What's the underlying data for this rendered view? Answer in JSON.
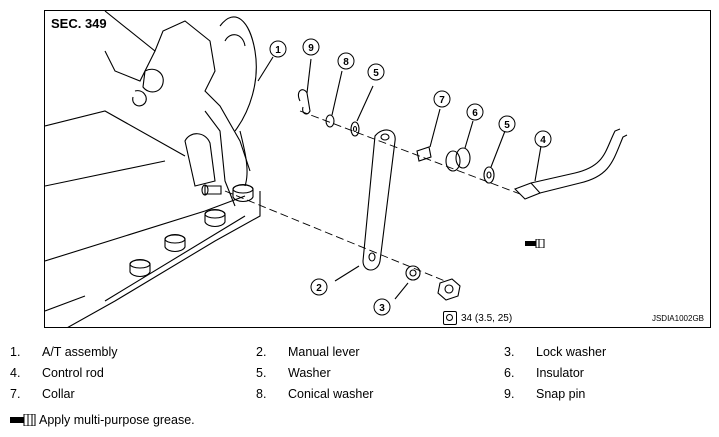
{
  "section": "SEC. 349",
  "diagram_code": "JSDIA1002GB",
  "torque": "34 (3.5, 25)",
  "callouts": [
    "1",
    "2",
    "3",
    "4",
    "5",
    "5",
    "6",
    "7",
    "8",
    "9"
  ],
  "legend": [
    {
      "num": "1.",
      "label": "A/T assembly"
    },
    {
      "num": "2.",
      "label": "Manual lever"
    },
    {
      "num": "3.",
      "label": "Lock washer"
    },
    {
      "num": "4.",
      "label": "Control rod"
    },
    {
      "num": "5.",
      "label": "Washer"
    },
    {
      "num": "6.",
      "label": "Insulator"
    },
    {
      "num": "7.",
      "label": "Collar"
    },
    {
      "num": "8.",
      "label": "Conical washer"
    },
    {
      "num": "9.",
      "label": "Snap pin"
    }
  ],
  "grease_note": "Apply multi-purpose grease.",
  "icons": [
    "grease-icon",
    "torque-icon"
  ]
}
